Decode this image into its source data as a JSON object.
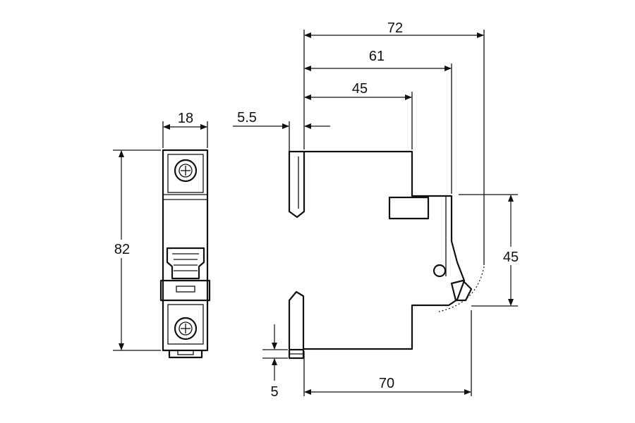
{
  "dimensions": {
    "front_width": "18",
    "front_height": "82",
    "overall_depth": "72",
    "depth_61": "61",
    "depth_45": "45",
    "offset": "5.5",
    "cover_height": "45",
    "base_depth": "70",
    "rail_step": "5"
  }
}
